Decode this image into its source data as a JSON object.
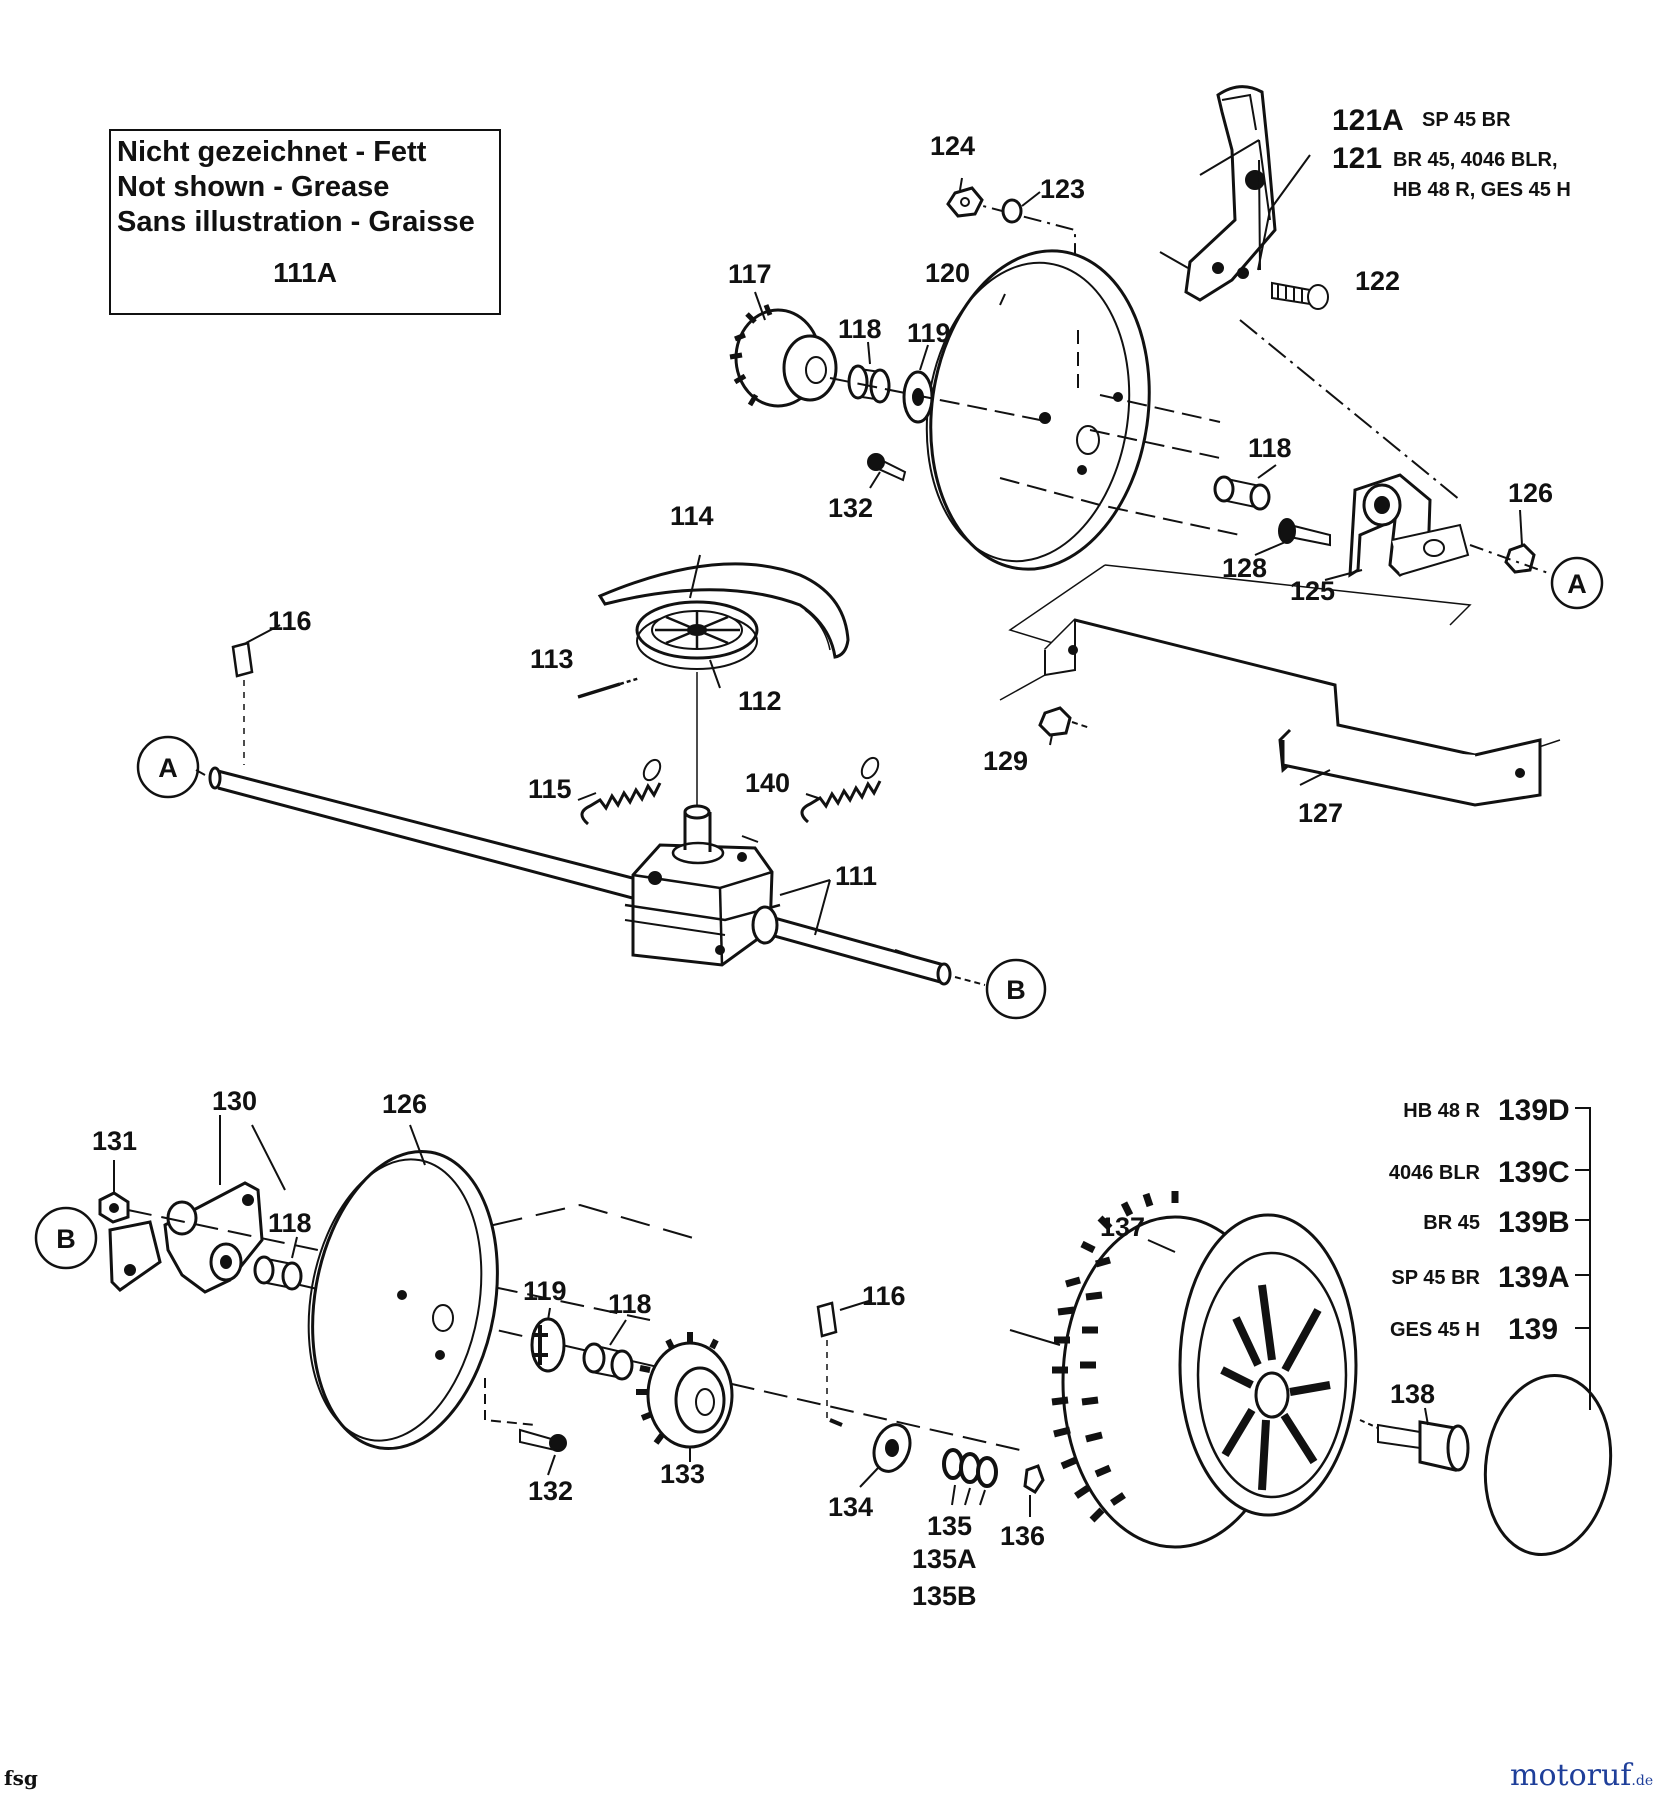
{
  "legend": {
    "line_de": "Nicht gezeichnet - Fett",
    "line_en": "Not shown - Grease",
    "line_fr": "Sans illustration - Graisse",
    "part": "111A"
  },
  "connectors": {
    "a": "A",
    "b": "B"
  },
  "callouts": {
    "p111": "111",
    "p112": "112",
    "p113": "113",
    "p114": "114",
    "p115": "115",
    "p116": "116",
    "p116b": "116",
    "p117": "117",
    "p118a": "118",
    "p118b": "118",
    "p118c": "118",
    "p118d": "118",
    "p119a": "119",
    "p119b": "119",
    "p120": "120",
    "p121": "121",
    "p121a": "121A",
    "p122": "122",
    "p123": "123",
    "p124": "124",
    "p125": "125",
    "p126a": "126",
    "p126b": "126",
    "p127": "127",
    "p128": "128",
    "p129": "129",
    "p130": "130",
    "p131": "131",
    "p132a": "132",
    "p132b": "132",
    "p133": "133",
    "p134": "134",
    "p135": "135",
    "p135a": "135A",
    "p135b": "135B",
    "p136": "136",
    "p137": "137",
    "p138": "138",
    "p140": "140"
  },
  "variants": {
    "v121a": "SP 45 BR",
    "v121_1": "BR 45, 4046 BLR,",
    "v121_2": "HB 48 R, GES 45 H"
  },
  "wheel_caps": [
    {
      "model": "HB 48 R",
      "part": "139D"
    },
    {
      "model": "4046 BLR",
      "part": "139C"
    },
    {
      "model": "BR 45",
      "part": "139B"
    },
    {
      "model": "SP 45 BR",
      "part": "139A"
    },
    {
      "model": "GES 45 H",
      "part": "139"
    }
  ],
  "footer": {
    "code": "fsg",
    "brand": "motoruf",
    "suffix": ".de"
  }
}
